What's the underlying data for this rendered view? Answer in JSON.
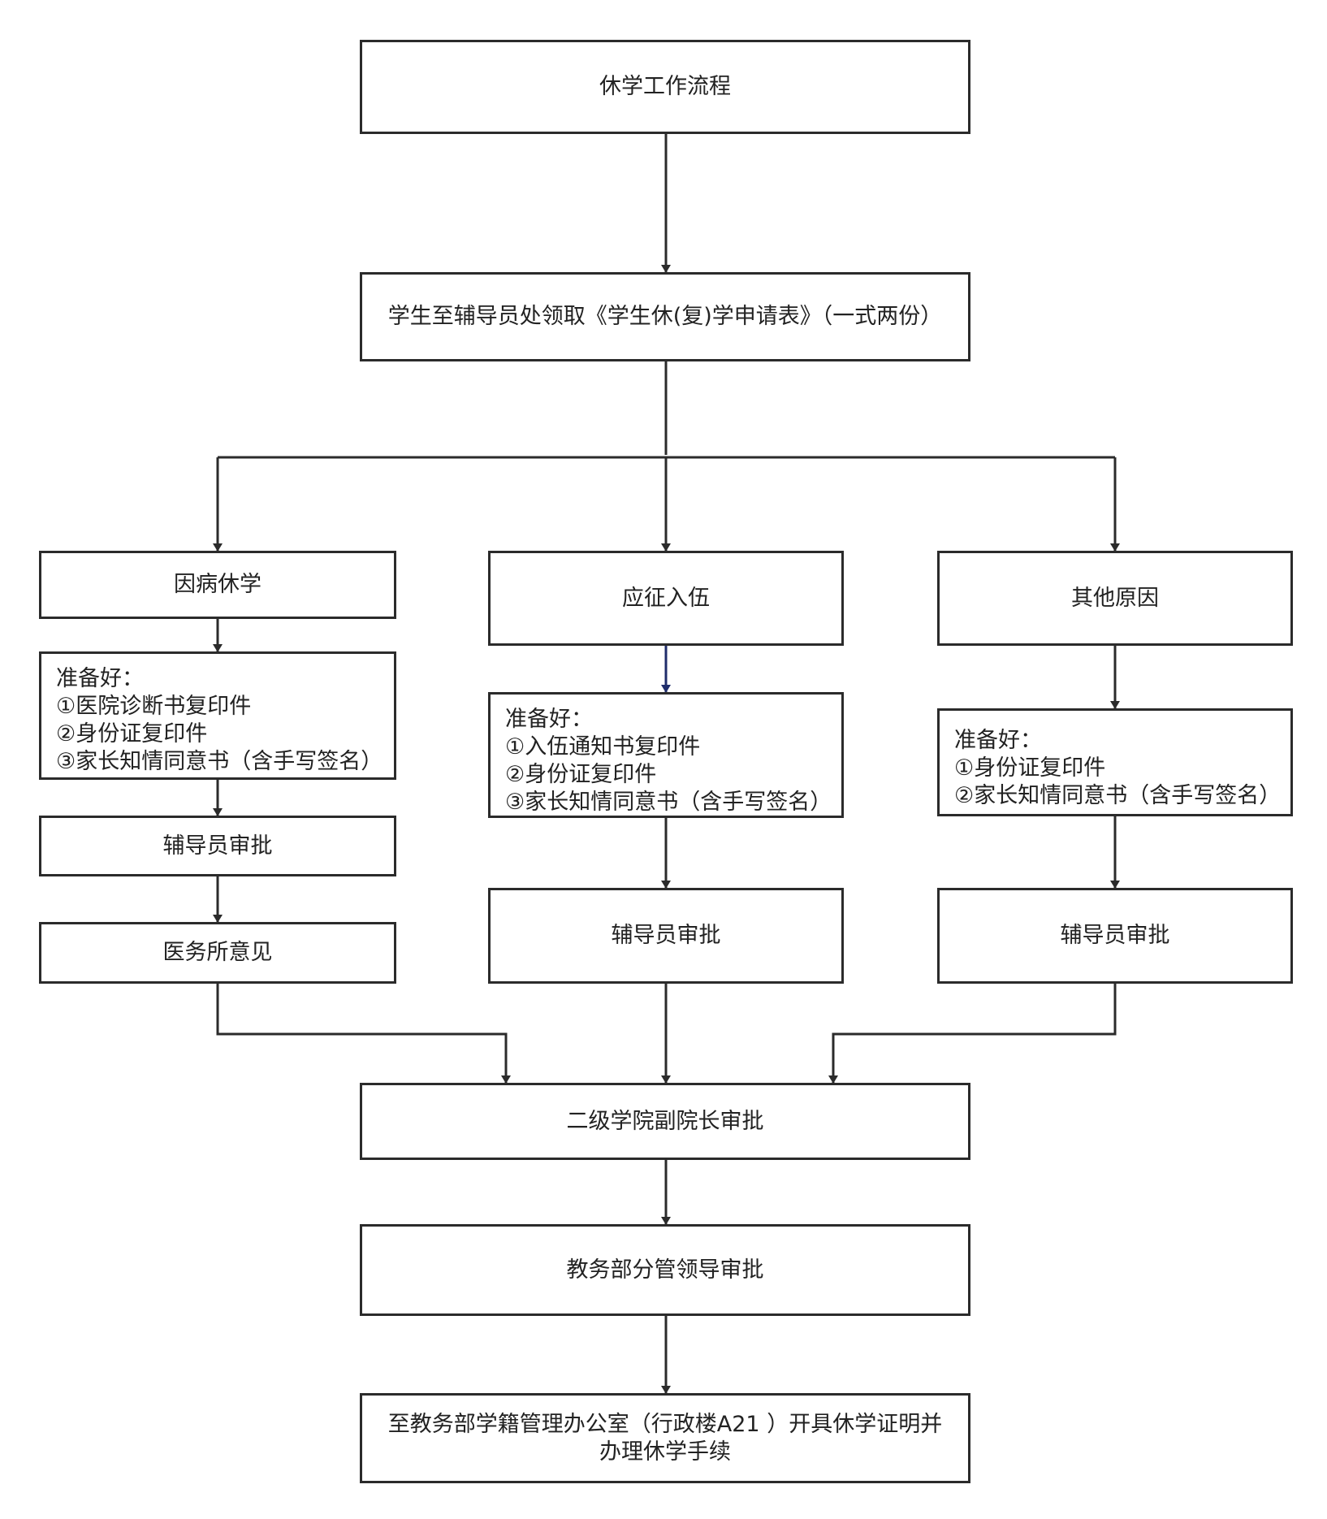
{
  "title": "休学工作流程",
  "step1": "学生至辅导员处领取《学生休(复)学申请表》（一式两份）",
  "branches": [
    {
      "name": "因病休学",
      "prep_title": "准备好：",
      "prep_items": [
        "①医院诊断书复印件",
        "②身份证复印件",
        "③家长知情同意书（含手写签名）"
      ],
      "approve": "辅导员审批",
      "extra": "医务所意见"
    },
    {
      "name": "应征入伍",
      "prep_title": "准备好：",
      "prep_items": [
        "①入伍通知书复印件",
        "②身份证复印件",
        "③家长知情同意书（含手写签名）"
      ],
      "approve": "辅导员审批"
    },
    {
      "name": "其他原因",
      "prep_title": "准备好：",
      "prep_items": [
        "①身份证复印件",
        "②家长知情同意书（含手写签名）"
      ],
      "approve": "辅导员审批"
    }
  ],
  "dean": "二级学院副院长审批",
  "academic": "教务部分管领导审批",
  "final": "至教务部学籍管理办公室（行政楼A21 ）开具休学证明并办理休学手续",
  "colors": {
    "line": "#2b2b2b",
    "accent_arrow": "#1f2d6b"
  }
}
